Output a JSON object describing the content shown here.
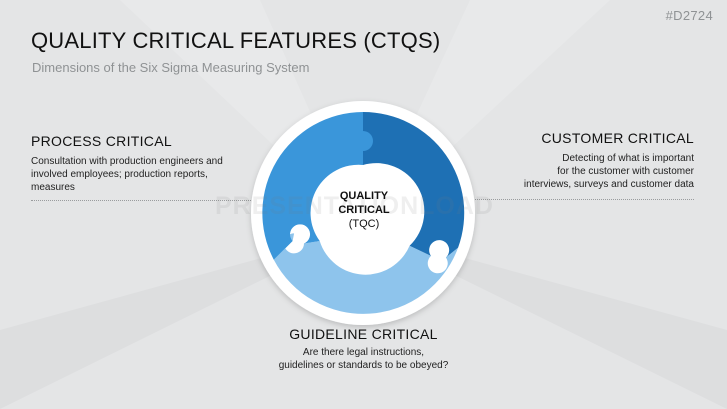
{
  "doc_id": "#D2724",
  "title": "QUALITY CRITICAL FEATURES (CTQS)",
  "subtitle": "Dimensions of the Six Sigma Measuring System",
  "watermark": "PRESENTATIONLOAD",
  "center": {
    "line1": "QUALITY",
    "line2": "CRITICAL",
    "line3": "(TQC)"
  },
  "process": {
    "title": "PROCESS CRITICAL",
    "description": "Consultation with production engineers and involved employees; production reports, measures"
  },
  "customer": {
    "title": "CUSTOMER CRITICAL",
    "line1": "Detecting of what is important",
    "line2": "for the customer with customer",
    "line3": "interviews, surveys and customer data"
  },
  "guideline": {
    "title": "GUIDELINE CRITICAL",
    "line1": "Are there legal instructions,",
    "line2": "guidelines or standards to be obeyed?"
  },
  "colors": {
    "background": "#e4e5e6",
    "segment_process": "#3a96da",
    "segment_customer": "#1e70b4",
    "segment_guideline": "#8ec4ec",
    "ring": "#ffffff"
  }
}
